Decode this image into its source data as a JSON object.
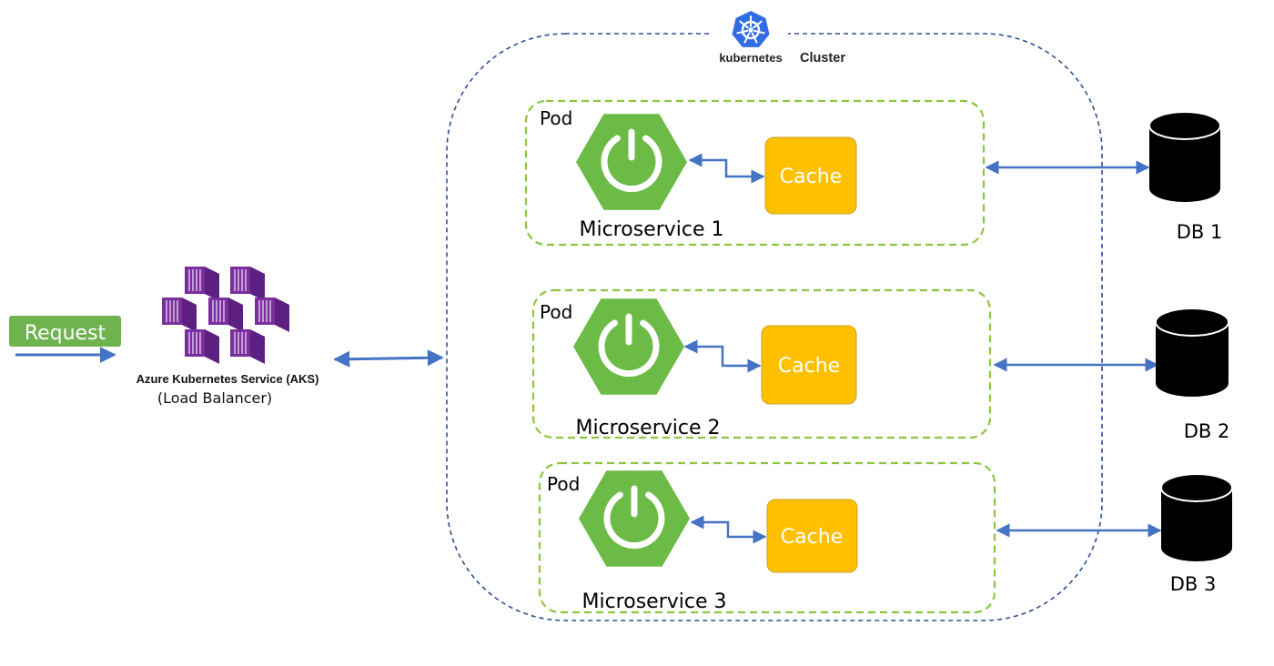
{
  "request": {
    "label": "Request"
  },
  "load_balancer": {
    "title": "Azure Kubernetes Service (AKS)",
    "subtitle": "(Load Balancer)"
  },
  "cluster": {
    "logo_text": "kubernetes",
    "label": "Cluster"
  },
  "pods": [
    {
      "pod_label": "Pod",
      "service_label": "Microservice 1",
      "cache_label": "Cache"
    },
    {
      "pod_label": "Pod",
      "service_label": "Microservice 2",
      "cache_label": "Cache"
    },
    {
      "pod_label": "Pod",
      "service_label": "Microservice 3",
      "cache_label": "Cache"
    }
  ],
  "databases": [
    {
      "label": "DB 1"
    },
    {
      "label": "DB 2"
    },
    {
      "label": "DB 3"
    }
  ],
  "colors": {
    "request_green": "#6fb34f",
    "aks_purple": "#7b2f9e",
    "arrow_blue": "#4472c4",
    "cluster_border": "#2f4f8f",
    "pod_border": "#8cc63f",
    "spring_green": "#6cbb47",
    "cache_yellow": "#ffc000",
    "db_black": "#000000",
    "k8s_blue": "#326ce5"
  },
  "icons": {
    "aks": "azure-kubernetes-service-icon",
    "kubernetes": "kubernetes-helm-icon",
    "spring": "spring-power-icon",
    "database": "database-cylinder-icon"
  }
}
